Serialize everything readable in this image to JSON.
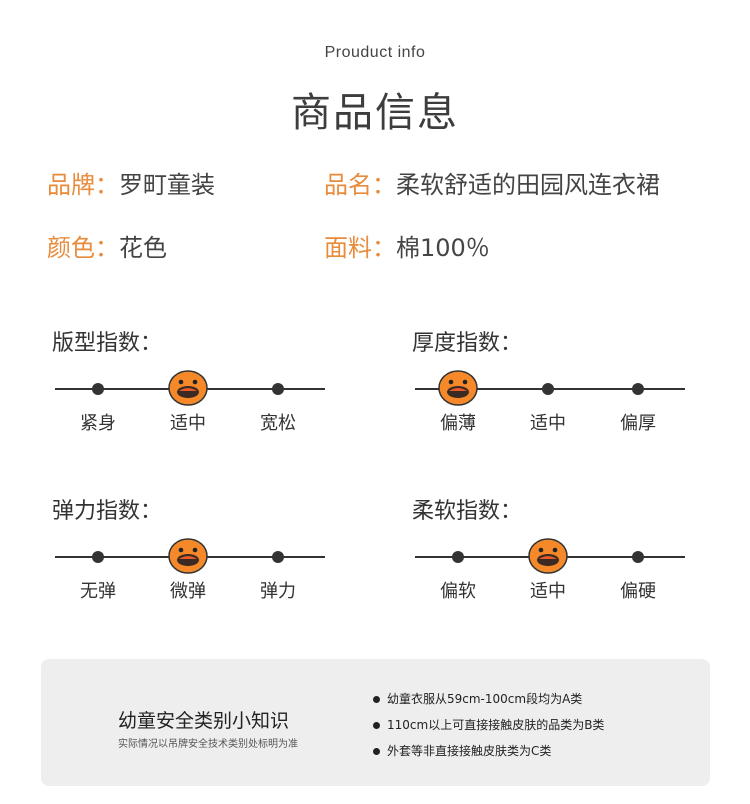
{
  "header": {
    "subtitle": "Prouduct info",
    "title": "商品信息"
  },
  "info": [
    {
      "key": "品牌：",
      "value": "罗町童装"
    },
    {
      "key": "品名：",
      "value": "柔软舒适的田园风连衣裙"
    },
    {
      "key": "颜色：",
      "value": "花色"
    },
    {
      "key": "面料：",
      "value": "棉100％"
    }
  ],
  "scales": [
    {
      "label": "版型指数：",
      "options": [
        "紧身",
        "适中",
        "宽松"
      ],
      "selected": "适中"
    },
    {
      "label": "厚度指数：",
      "options": [
        "偏薄",
        "适中",
        "偏厚"
      ],
      "selected": "偏薄"
    },
    {
      "label": "弹力指数：",
      "options": [
        "无弹",
        "微弹",
        "弹力"
      ],
      "selected": "微弹"
    },
    {
      "label": "柔软指数：",
      "options": [
        "偏软",
        "适中",
        "偏硬"
      ],
      "selected": "适中"
    }
  ],
  "tips": {
    "title": "幼童安全类别小知识",
    "subtitle": "实际情况以吊牌安全技术类别处标明为准",
    "items": [
      "幼童衣服从59cm-100cm段均为A类",
      "110cm以上可直接接触皮肤的品类为B类",
      "外套等非直接接触皮肤类为C类"
    ]
  },
  "colors": {
    "accent": "#e88b3a",
    "duck_body": "#f5892a",
    "panel": "#eeeeee"
  },
  "icons": {
    "selected_marker": "duck-icon"
  }
}
